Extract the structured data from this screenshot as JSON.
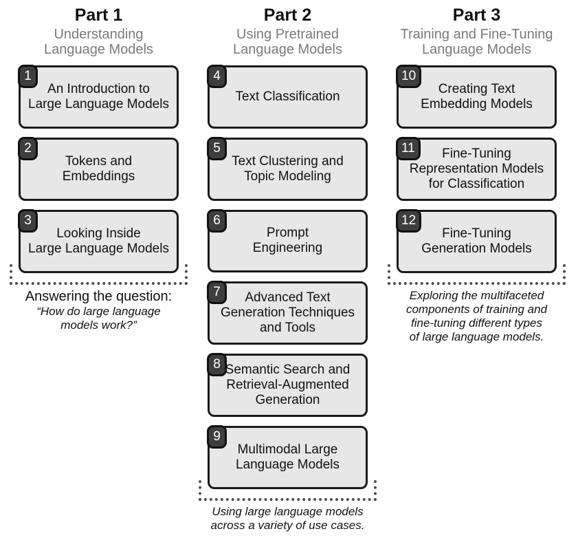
{
  "colors": {
    "box_fill": "#e7e7e7",
    "box_border": "#1a1a1a",
    "badge_bg": "#3e3e3e",
    "badge_text": "#ffffff",
    "subtitle_text": "#7a7a7a",
    "bracket": "#4d4d4d"
  },
  "columns": [
    {
      "part": "Part 1",
      "subtitle": "Understanding\nLanguage Models",
      "chapters": [
        {
          "number": "1",
          "title": "An Introduction to\nLarge Language Models"
        },
        {
          "number": "2",
          "title": "Tokens and\nEmbeddings"
        },
        {
          "number": "3",
          "title": "Looking Inside\nLarge Language Models"
        }
      ],
      "caption_lead": "Answering the question:",
      "caption": "“How do large language\nmodels work?”"
    },
    {
      "part": "Part 2",
      "subtitle": "Using Pretrained\nLanguage Models",
      "chapters": [
        {
          "number": "4",
          "title": "Text Classification"
        },
        {
          "number": "5",
          "title": "Text Clustering and\nTopic Modeling"
        },
        {
          "number": "6",
          "title": "Prompt\nEngineering"
        },
        {
          "number": "7",
          "title": "Advanced Text\nGeneration Techniques\nand Tools"
        },
        {
          "number": "8",
          "title": "Semantic Search and\nRetrieval-Augmented\nGeneration"
        },
        {
          "number": "9",
          "title": "Multimodal Large\nLanguage Models"
        }
      ],
      "caption": "Using large language models\nacross a variety of use cases."
    },
    {
      "part": "Part 3",
      "subtitle": "Training and Fine-Tuning\nLanguage Models",
      "chapters": [
        {
          "number": "10",
          "title": "Creating Text\nEmbedding Models"
        },
        {
          "number": "11",
          "title": "Fine-Tuning\nRepresentation Models\nfor Classification"
        },
        {
          "number": "12",
          "title": "Fine-Tuning\nGeneration Models"
        }
      ],
      "caption": "Exploring the multifaceted\ncomponents of training and\nfine-tuning different types\nof large language models."
    }
  ]
}
